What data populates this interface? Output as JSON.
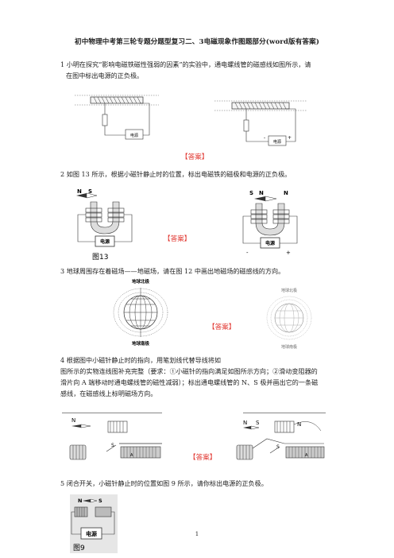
{
  "title": "初中物理中考第三轮专题分题型复习二、3电磁现象作图题部分(word版有答案)",
  "answer_label": "【答案】",
  "page_number": "1",
  "q1": {
    "line1": "1 小明在探究“影响电磁铁磁性强弱的因素”的实验中，通电螺线管的磁感线如图所示，请",
    "line2": "在图中标出电源的正负极。",
    "power_label": "电源",
    "minus": "-",
    "plus": "+"
  },
  "q2": {
    "line1": "2 如图 13 所示，根据小磁针静止时的位置，标出电磁铁的磁极和电源的正负极。",
    "n": "N",
    "s": "S",
    "power_label": "电源",
    "fig_label": "图13",
    "minus": "-",
    "plus": "+"
  },
  "q3": {
    "line1": "3 地球周围存在着磁场——地磁场，请在图 12 中画出地磁场的磁感线的方向。",
    "north_label": "地球北极",
    "south_label": "地球南极"
  },
  "q4": {
    "line1": "4 根据图中小磁针静止时的指向，用笔划线代替导线将如",
    "line2": "图所示的实物连线图补充完整（要求：①小磁针的指向满足如图所示方向；②滑动变阻器的",
    "line3": "滑片向 A 端移动时通电螺线管的磁性减弱）；标出通电螺线管的 N、S 极并画出它的一条磁",
    "line4": "感线，在磁感线上标明磁场方向。",
    "n": "N",
    "s": "S",
    "a": "A"
  },
  "q5": {
    "line1": "5 闭合开关，小磁针静止时的位置如图 9 所示，请你标出电源的正负极。",
    "n": "N",
    "s": "S",
    "power_label": "电源",
    "fig_label": "图9"
  }
}
